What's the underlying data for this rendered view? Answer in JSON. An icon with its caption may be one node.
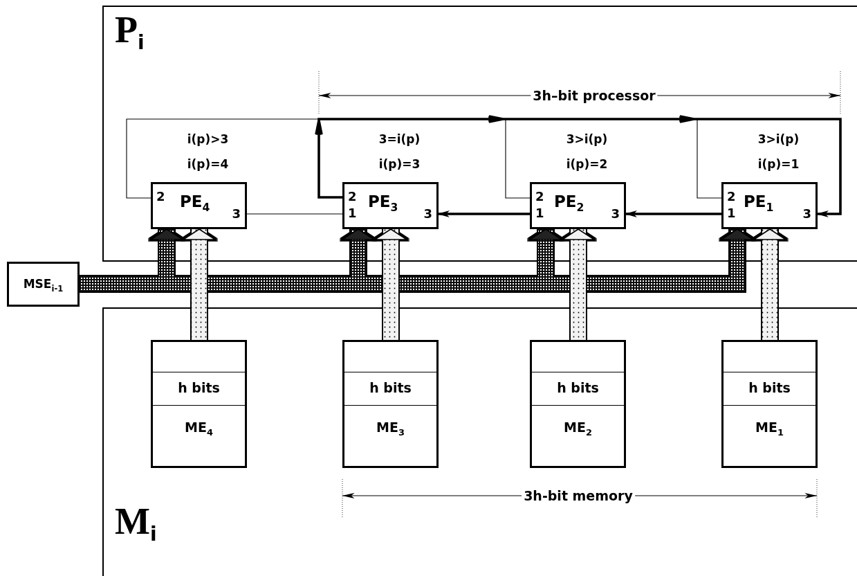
{
  "diagram": {
    "nodes": [
      {
        "text": [
          "P$_{i}$"
        ]
      },
      {
        "text": [
          "M$_{i}$"
        ]
      },
      {
        "text": [
          "MSE$_{i-1}$"
        ]
      },
      {
        "text": [
          "2",
          "PE$_{4}$",
          "3"
        ],
        "in": 0,
        "beside": [
          "i(p)>3",
          "i(p)=4"
        ]
      },
      {
        "text": [
          "2",
          "1",
          "PE$_{3}$",
          "3"
        ],
        "in": 0,
        "beside": [
          "3=i(p)",
          "i(p)=3"
        ]
      },
      {
        "text": [
          "2",
          "1",
          "PE$_{2}$",
          "3"
        ],
        "in": 0,
        "beside": [
          "3>i(p)",
          "i(p)=2"
        ]
      },
      {
        "text": [
          "2",
          "1",
          "PE$_{1}$",
          "3"
        ],
        "in": 0,
        "beside": [
          "3>i(p)",
          "i(p)=1"
        ]
      },
      {
        "text": [
          "h bits",
          "ME$_{4}$"
        ],
        "in": 1
      },
      {
        "text": [
          "h bits",
          "ME$_{3}$"
        ],
        "in": 1
      },
      {
        "text": [
          "h bits",
          "ME$_{2}$"
        ],
        "in": 1
      },
      {
        "text": [
          "h bits",
          "ME$_{1}$"
        ],
        "in": 1
      }
    ],
    "edges": [
      {
        "from": 2,
        "to": 3,
        "arrow": "to",
        "style": "thick"
      },
      {
        "from": 2,
        "to": 4,
        "arrow": "to",
        "style": "thick"
      },
      {
        "from": 2,
        "to": 5,
        "arrow": "to",
        "style": "thick"
      },
      {
        "from": 2,
        "to": 6,
        "arrow": "to",
        "style": "thick"
      },
      {
        "from": 7,
        "to": 3,
        "arrow": "to",
        "style": "thick",
        "color": "#f2f2f2"
      },
      {
        "from": 8,
        "to": 4,
        "arrow": "to",
        "style": "thick",
        "color": "#f2f2f2"
      },
      {
        "from": 9,
        "to": 5,
        "arrow": "to",
        "style": "thick",
        "color": "#f2f2f2"
      },
      {
        "from": 10,
        "to": 6,
        "arrow": "to",
        "style": "thick",
        "color": "#f2f2f2"
      },
      {
        "from": 6,
        "to": 5,
        "arrow": "to",
        "style": "thick"
      },
      {
        "from": 5,
        "to": 4,
        "arrow": "to",
        "style": "thick"
      },
      {
        "from": 4,
        "to": 3,
        "arrow": "none"
      },
      {
        "from": 4,
        "to": 6,
        "arrow": "to",
        "style": "thick"
      },
      {
        "from": 4,
        "to": 5,
        "arrow": "none"
      },
      {
        "from": 4,
        "to": 6,
        "arrow": "none"
      },
      {
        "from": 4,
        "to": 3,
        "arrow": "none"
      }
    ],
    "labels": [
      "3h–bit processor",
      "3h-bit memory"
    ]
  }
}
